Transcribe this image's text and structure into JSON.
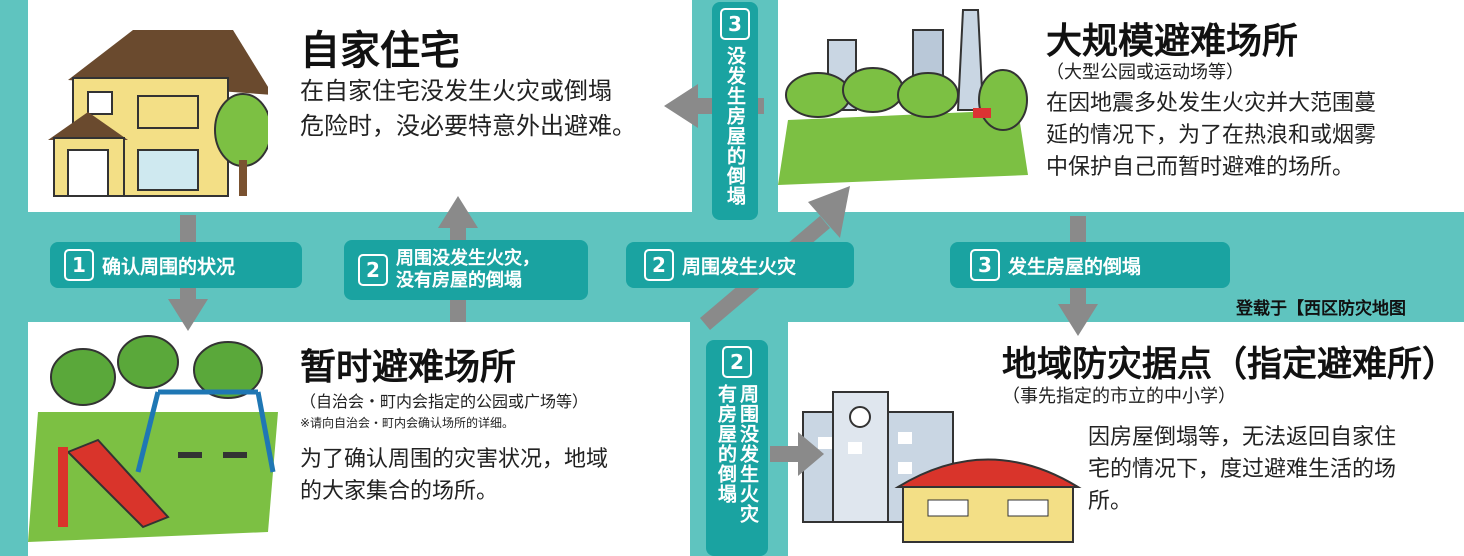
{
  "home": {
    "title": "自家住宅",
    "desc_line1": "在自家住宅没发生火灾或倒塌",
    "desc_line2": "危险时，没必要特意外出避难。"
  },
  "large": {
    "title": "大规模避难场所",
    "subtitle": "（大型公园或运动场等）",
    "desc_line1": "在因地震多处发生火灾并大范围蔓",
    "desc_line2": "延的情况下，为了在热浪和或烟雾",
    "desc_line3": "中保护自己而暂时避难的场所。"
  },
  "temp": {
    "title": "暂时避难场所",
    "subtitle": "（自治会・町内会指定的公园或广场等）",
    "note": "※请向自治会・町内会确认场所的详细。",
    "desc_line1": "为了确认周围的灾害状况，地域",
    "desc_line2": "的大家集合的场所。"
  },
  "base": {
    "title": "地域防灾据点（指定避难所）",
    "subtitle": "（事先指定的市立的中小学）",
    "desc_line1": "因房屋倒塌等，无法返回自家住",
    "desc_line2": "宅的情况下，度过避难生活的场",
    "desc_line3": "所。"
  },
  "tags": {
    "check": {
      "num": "1",
      "text": "确认周围的状况"
    },
    "safe": {
      "num": "2",
      "line1": "周围没发生火灾，",
      "line2": "没有房屋的倒塌"
    },
    "fire": {
      "num": "2",
      "text": "周围发生火灾"
    },
    "collapse": {
      "num": "3",
      "text": "发生房屋的倒塌"
    },
    "no_collapse": {
      "num": "3",
      "text": "没发生房屋的倒塌"
    },
    "no_fire_collapse": {
      "num": "2",
      "col1": "周围没发生火灾",
      "col2": "有房屋的倒塌"
    }
  },
  "credit": "登载于【西区防灾地图",
  "colors": {
    "accent": "#1aa3a1",
    "background": "#5fc4bf",
    "arrow": "#8a8a8a"
  }
}
